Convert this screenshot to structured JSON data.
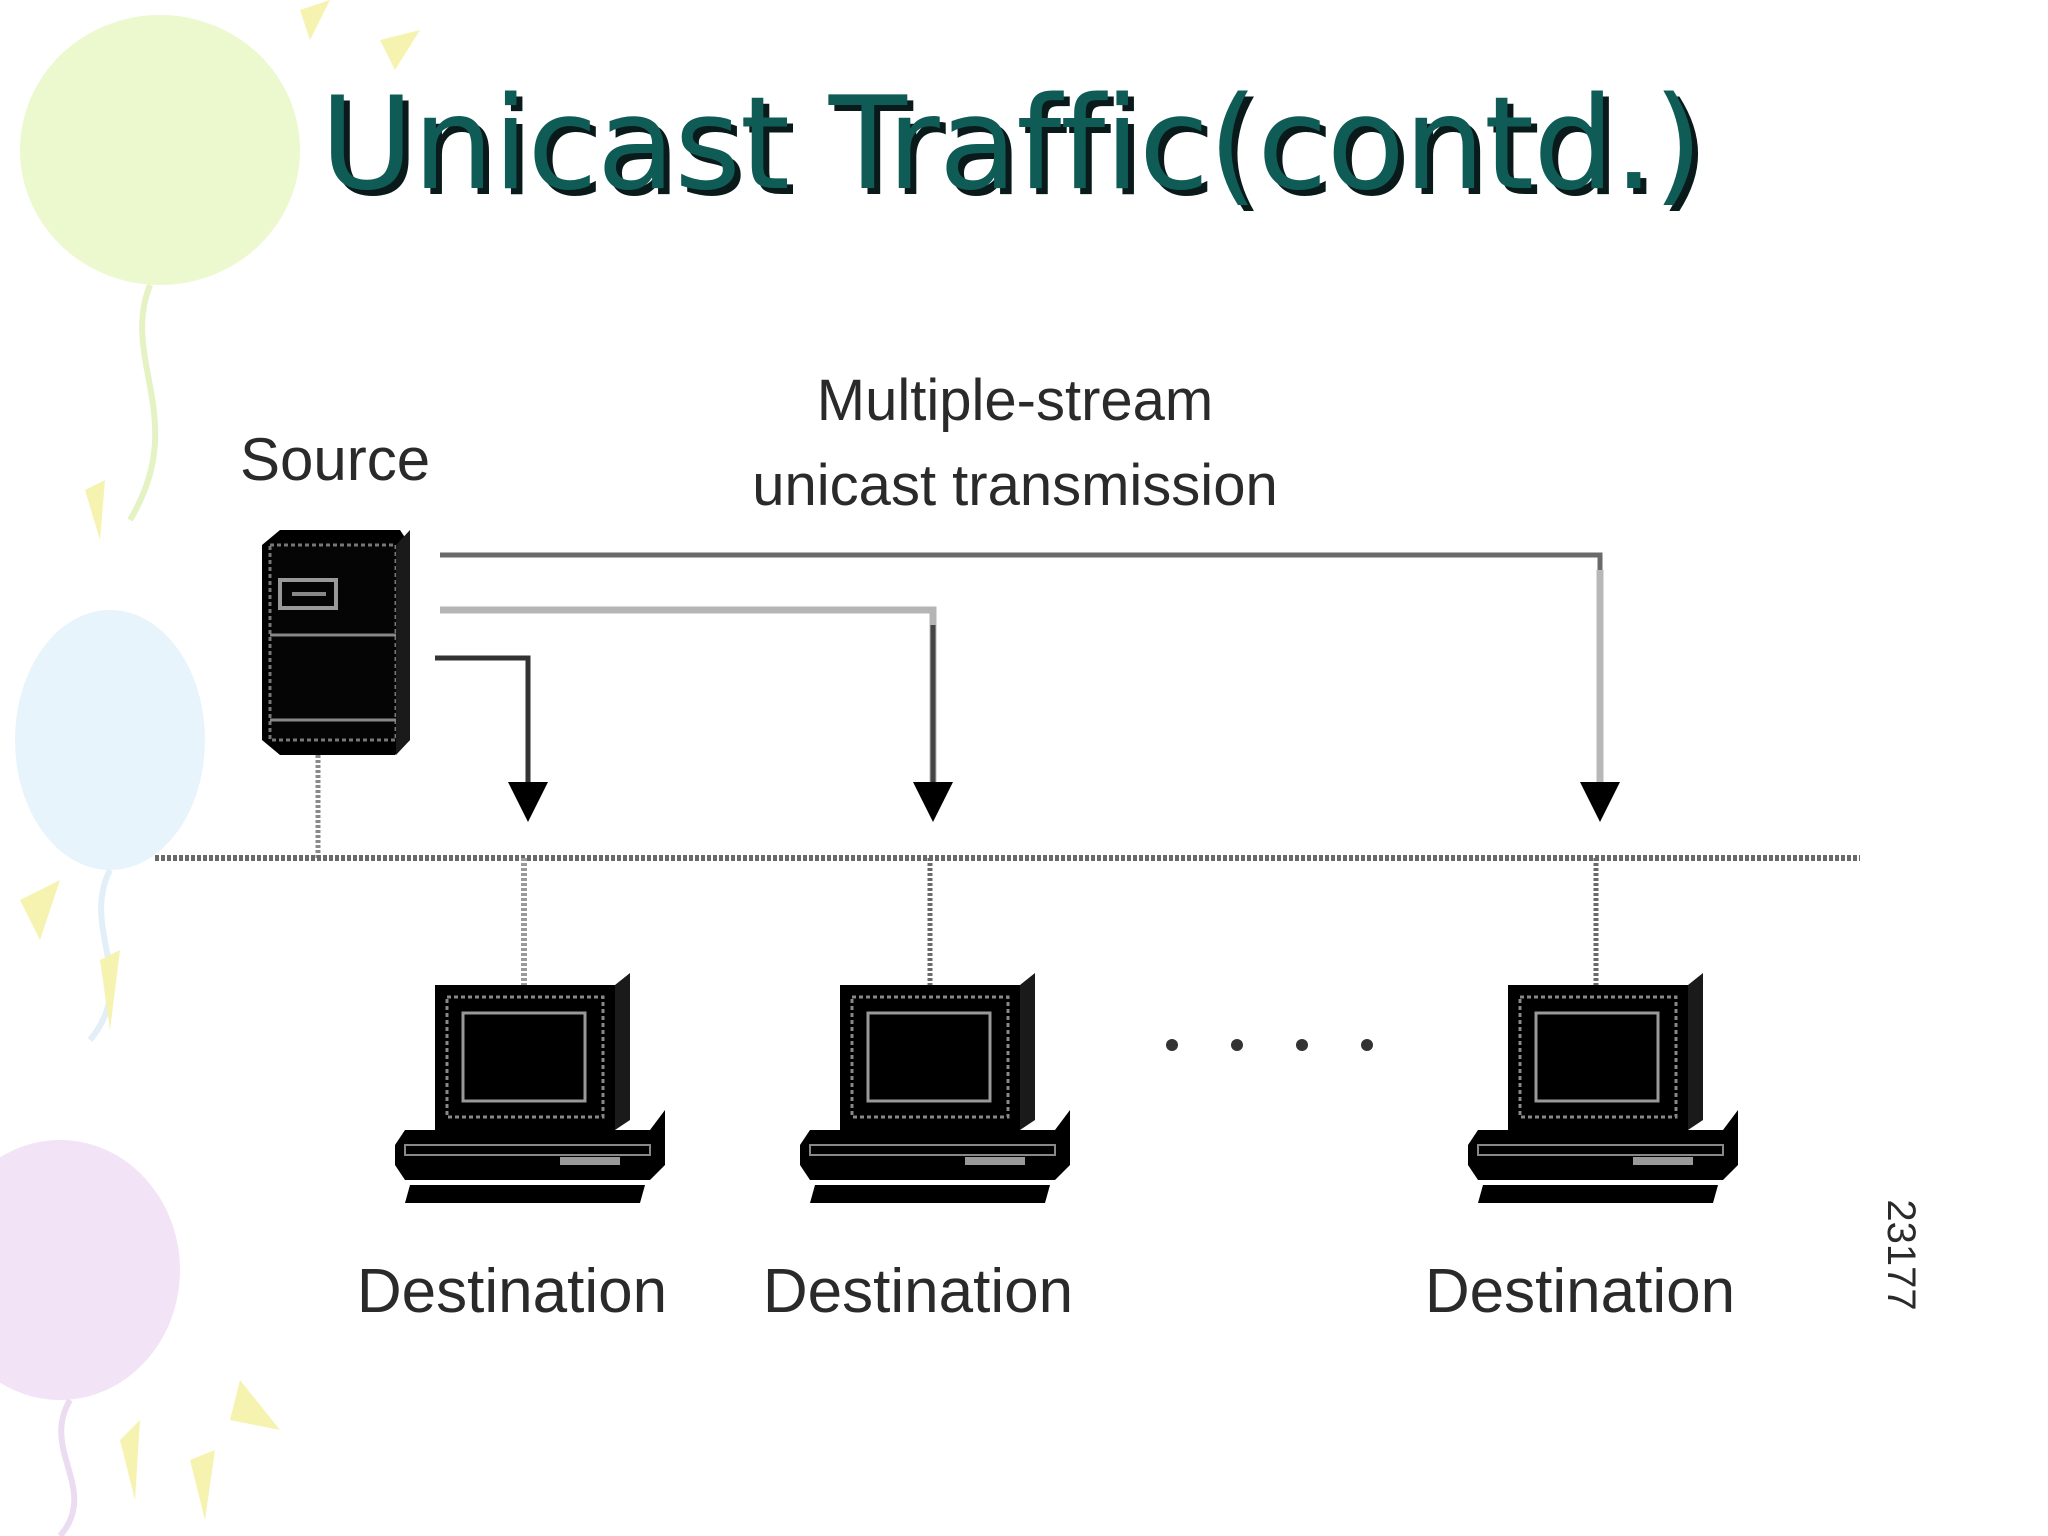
{
  "slide": {
    "title": "Unicast Traffic(contd.)"
  },
  "diagram": {
    "source_label": "Source",
    "stream_label_line1": "Multiple-stream",
    "stream_label_line2": "unicast transmission",
    "destinations": [
      {
        "label": "Destination"
      },
      {
        "label": "Destination"
      },
      {
        "label": "Destination"
      }
    ],
    "figure_id": "23177"
  },
  "colors": {
    "title": "#0f5c57",
    "title_shadow": "#0a1a1a",
    "balloon_green": "#eaf7c9",
    "balloon_blue": "#e6f3fb",
    "balloon_purple": "#f1e2f7",
    "accent_yellow": "#f6f2b0"
  }
}
